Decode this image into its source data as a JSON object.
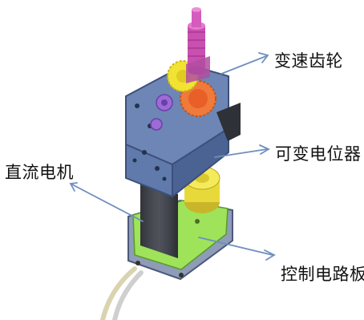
{
  "labels": {
    "gear": "变速齿轮",
    "potentiometer": "可变电位器",
    "motor": "直流电机",
    "board": "控制电路板"
  },
  "colors": {
    "arrow": "#6f8fbf",
    "housing": "#6d86b5",
    "gear_yellow": "#f2e233",
    "gear_orange": "#f07a3a",
    "gear_pink": "#c94fb0",
    "board_green": "#9ee35a",
    "motor_dark": "#3c3f46"
  }
}
